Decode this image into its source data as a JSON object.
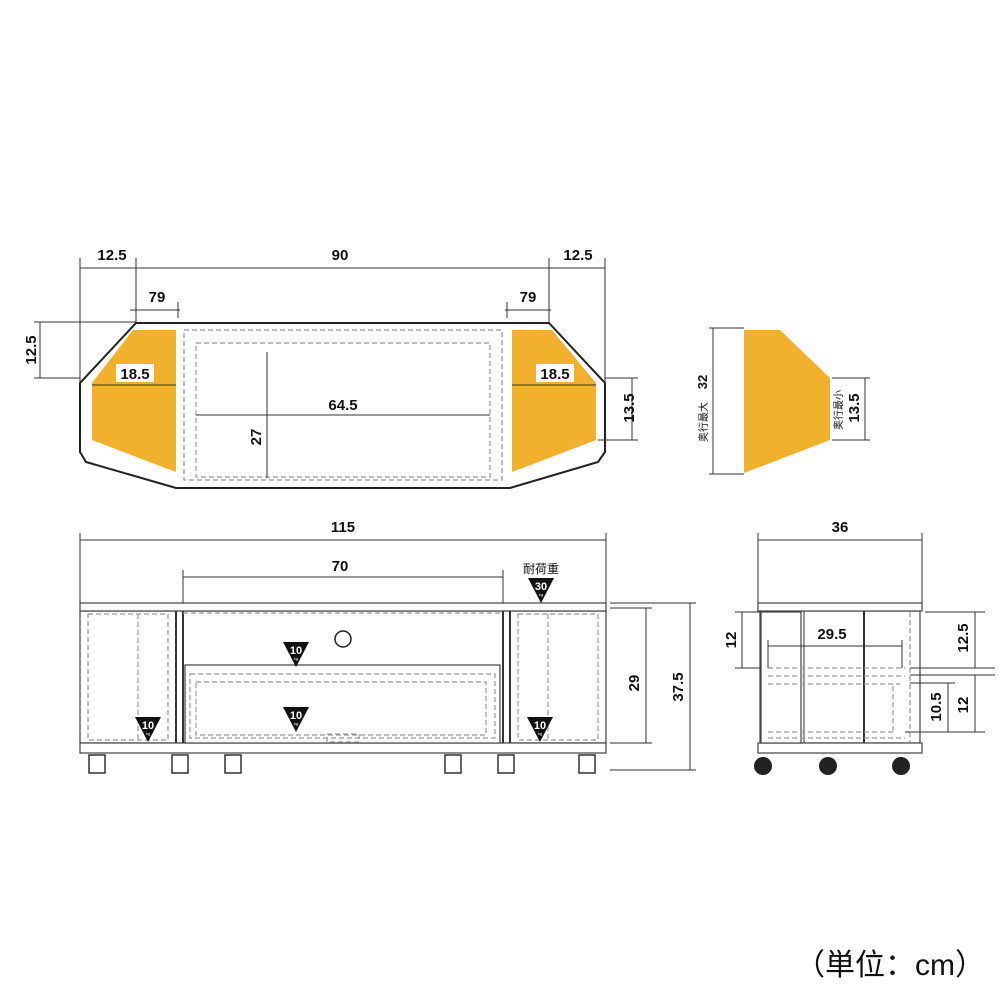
{
  "accent_color": "#F2B12C",
  "top_view": {
    "left_wing_width": "12.5",
    "center_width": "90",
    "right_wing_width": "12.5",
    "left_offset": "79",
    "right_offset": "79",
    "wing_depth": "12.5",
    "left_shelf_width": "18.5",
    "right_shelf_width": "18.5",
    "inner_width": "64.5",
    "inner_depth": "27",
    "edge_depth": "13.5"
  },
  "shelf_shape": {
    "max_depth_label": "奥行最大",
    "max_depth": "32",
    "min_depth_label": "奥行最小",
    "min_depth": "13.5"
  },
  "front_view": {
    "total_width": "115",
    "center_width": "70",
    "load_label": "耐荷重",
    "top_load": "30",
    "shelf_load": "10",
    "drawer_load": "10",
    "left_load": "10",
    "right_load": "10",
    "load_unit": "kg",
    "inner_height": "29",
    "total_height": "37.5"
  },
  "side_view": {
    "depth": "36",
    "inner_depth": "29.5",
    "upper_left_height": "12",
    "upper_right_height": "12.5",
    "lower_height": "12",
    "drawer_height": "10.5"
  },
  "unit_note": "（単位：cm）"
}
